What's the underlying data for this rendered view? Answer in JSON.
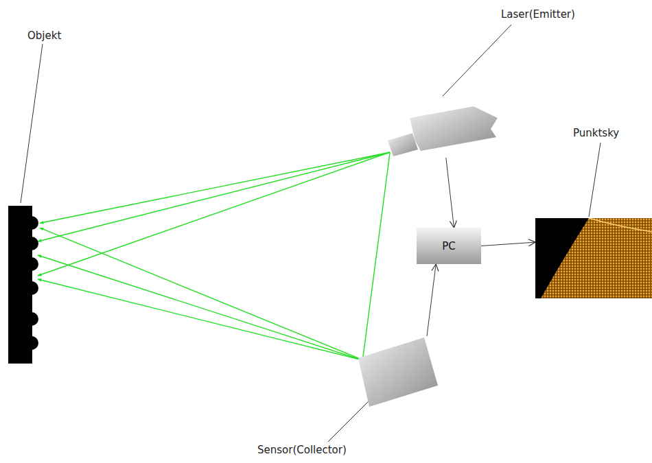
{
  "diagram": {
    "nodes": [
      {
        "text": [
          "Objekt"
        ]
      },
      {
        "text": [
          "Laser(Emitter)"
        ]
      },
      {
        "text": [
          "PC"
        ]
      },
      {
        "text": [
          "Punktsky"
        ]
      },
      {
        "text": [
          "Sensor(Collector)"
        ]
      }
    ],
    "edges": [
      {
        "from": 1,
        "to": 2,
        "arrow": "to"
      },
      {
        "from": 4,
        "to": 2,
        "arrow": "to"
      },
      {
        "from": 2,
        "to": 3,
        "arrow": "to"
      },
      {
        "from": 1,
        "to": 0,
        "arrow": "to"
      },
      {
        "from": 4,
        "to": 0,
        "arrow": "to"
      },
      {
        "from": 1,
        "to": 4,
        "arrow": "none"
      }
    ]
  }
}
